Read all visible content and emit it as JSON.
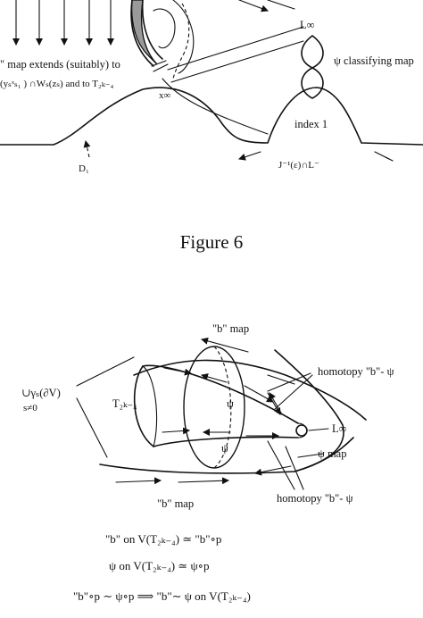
{
  "top_figure": {
    "map_text_line1": "\" map extends (suitably) to",
    "map_text_line2": "(yₛˣₛ₁ ) ∩Wₛ(zₛ) and to T₂ₖ₋₄",
    "x_label": "x∞",
    "l_label": "L∞",
    "psi_label": "ψ classifying map",
    "index_label": "index 1",
    "d_label": "D₁",
    "j_label": "J⁻¹(ε)∩L⁻"
  },
  "caption": "Figure 6",
  "bottom_figure": {
    "b_map_top": "\"b\" map",
    "union_label": "∪γₛ(∂V)",
    "union_sub": "s≠0",
    "t_label": "T₂ₖ₋₄",
    "psi_upper": "ψ",
    "psi_lower": "ψ",
    "homotopy_top": "homotopy \"b\"- ψ",
    "l_label": "L∞",
    "psi_map": "ψ map",
    "b_map_bottom": "\"b\" map",
    "homotopy_bottom": "homotopy \"b\"- ψ"
  },
  "equations": {
    "eq1": "\"b\" on V(T₂ₖ₋₄) ≃ \"b\"∘p",
    "eq2": "ψ on V(T₂ₖ₋₄) ≃ ψ∘p",
    "eq3": "\"b\"∘p ∼ ψ∘p ⟹ \"b\"∼ ψ on V(T₂ₖ₋₄)"
  }
}
